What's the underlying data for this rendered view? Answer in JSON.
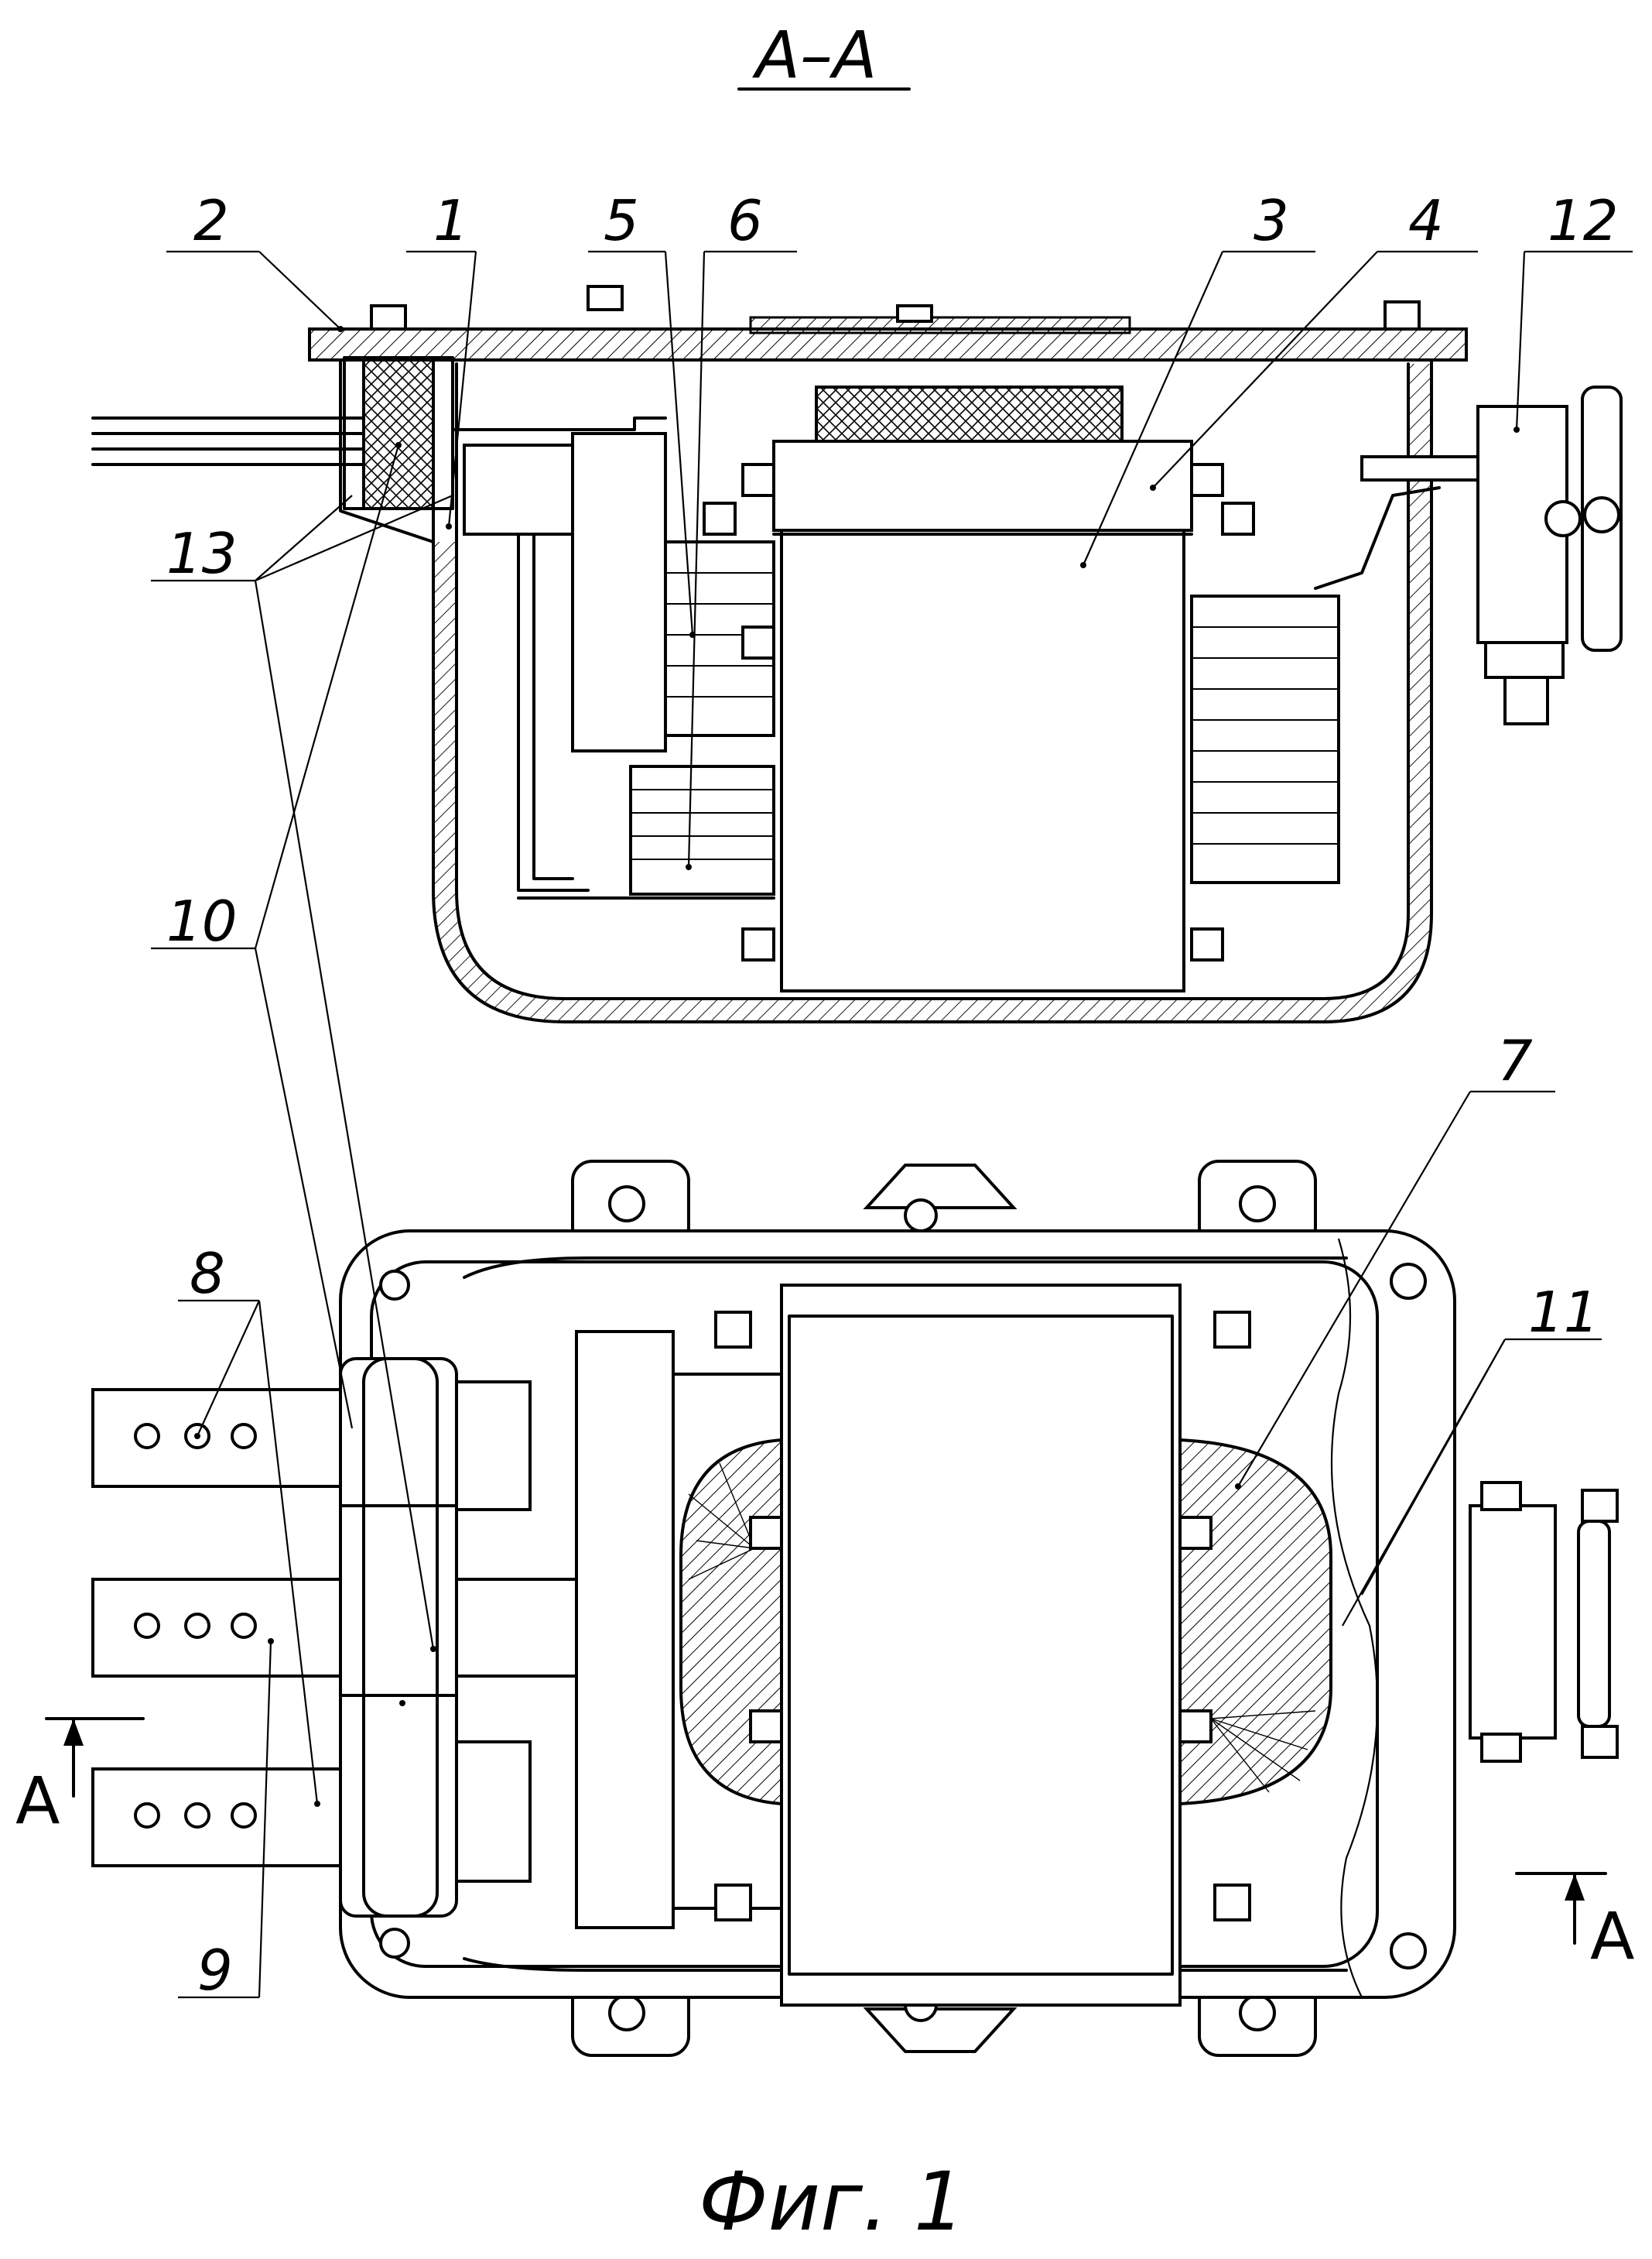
{
  "section_title": "А–А",
  "figure_caption": "Фиг. 1",
  "section_marker": "А",
  "labels": {
    "l1": "1",
    "l2": "2",
    "l3": "3",
    "l4": "4",
    "l5": "5",
    "l6": "6",
    "l7": "7",
    "l8": "8",
    "l9": "9",
    "l10": "10",
    "l11": "11",
    "l12": "12",
    "l13": "13"
  },
  "colors": {
    "line": "#000000",
    "background": "#ffffff"
  }
}
